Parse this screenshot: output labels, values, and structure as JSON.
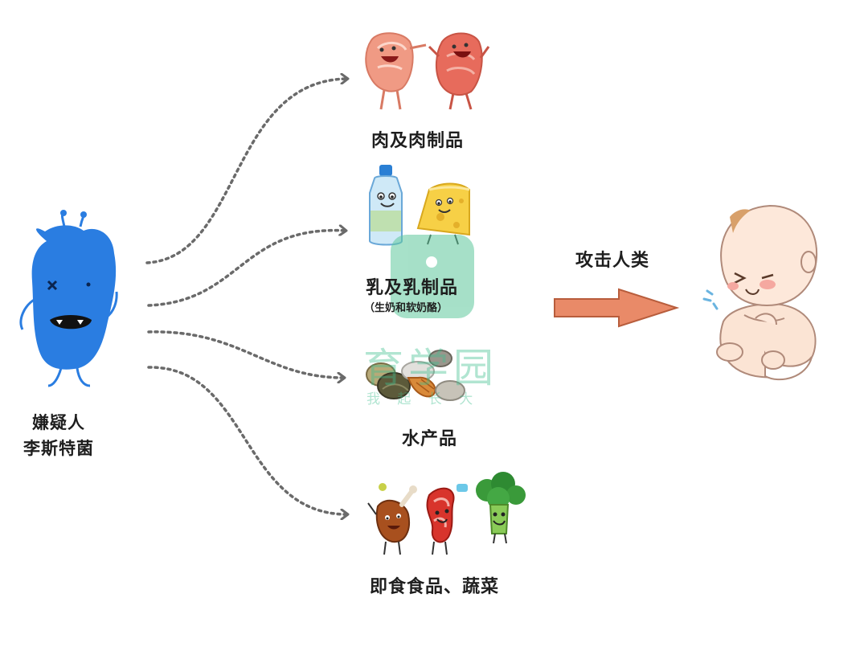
{
  "suspect": {
    "line1": "嫌疑人",
    "line2": "李斯特菌"
  },
  "foods": [
    {
      "label": "肉及肉制品",
      "sub": ""
    },
    {
      "label": "乳及乳制品",
      "sub": "（生奶和软奶酪）"
    },
    {
      "label": "水产品",
      "sub": ""
    },
    {
      "label": "即食食品、蔬菜",
      "sub": ""
    }
  ],
  "attack_label": "攻击人类",
  "watermark": {
    "main": "育学园",
    "sub": "我 起 长 大"
  },
  "colors": {
    "bacterium": "#2a7de1",
    "arrow_fill": "#e98a68",
    "arrow_stroke": "#b85d3c",
    "dotted": "#6a6a6a",
    "watermark": "#3fbf8f"
  },
  "icons": [
    "bacterium-icon",
    "meat-icon",
    "milk-bottle-icon",
    "cheese-icon",
    "shellfish-icon",
    "drumstick-icon",
    "bacon-icon",
    "broccoli-icon",
    "baby-icon"
  ]
}
